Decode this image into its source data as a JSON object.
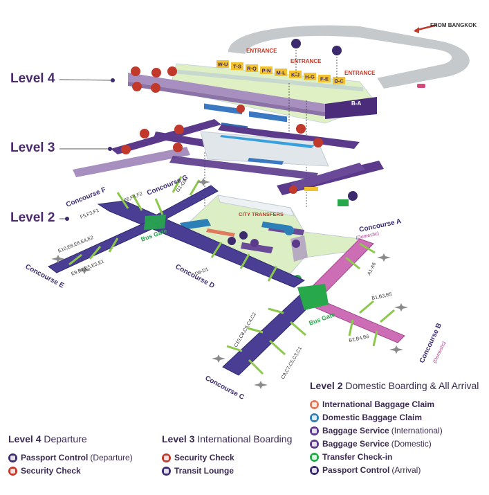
{
  "levels": {
    "level4": "Level 4",
    "level3": "Level 3",
    "level2": "Level 2"
  },
  "map_labels": {
    "from_bangkok": "FROM BANGKOK",
    "entrance": "ENTRANCE",
    "city_transfers": "CITY TRANSFERS",
    "bus_gate": "Bus Gate",
    "domestic": "(Domestic)",
    "counters": [
      "W-U",
      "T-S",
      "R-Q",
      "P-N",
      "M-L",
      "K-J",
      "H-G",
      "F-E",
      "D-C",
      "B-A"
    ]
  },
  "concourses": {
    "a": {
      "name": "Concourse A",
      "gates": [
        "A1-A6"
      ]
    },
    "b": {
      "name": "Concourse B",
      "gates": [
        "B1,B3,B5",
        "B2,B4,B6"
      ]
    },
    "c": {
      "name": "Concourse C",
      "gates": [
        "C10,C8,C6,C4,C2",
        "C9,C7,C5,C3,C1"
      ]
    },
    "d": {
      "name": "Concourse D",
      "gates": [
        "D8-D1"
      ]
    },
    "e": {
      "name": "Concourse E",
      "gates": [
        "E10,E8,E6,E4,E2",
        "E9,E7,E5,E3,E1"
      ]
    },
    "f": {
      "name": "Concourse F",
      "gates": [
        "F6,F4,F2",
        "F5,F3,F1"
      ]
    },
    "g": {
      "name": "Concourse G",
      "gates": [
        "G1-G5"
      ]
    }
  },
  "legend": {
    "level2": {
      "level": "Level 2",
      "title": "Domestic Boarding & All Arrival",
      "items": [
        {
          "label": "International Baggage Claim",
          "sub": "",
          "color": "#e07a5f"
        },
        {
          "label": "Domestic Baggage Claim",
          "sub": "",
          "color": "#2d7fb8"
        },
        {
          "label": "Baggage Service",
          "sub": "(International)",
          "color": "#5b3a8c"
        },
        {
          "label": "Baggage Service",
          "sub": "(Domestic)",
          "color": "#5b3a8c"
        },
        {
          "label": "Transfer Check-in",
          "sub": "",
          "color": "#27a84a"
        },
        {
          "label": "Passport Control",
          "sub": "(Arrival)",
          "color": "#3b2a6e"
        }
      ]
    },
    "level4": {
      "level": "Level 4",
      "title": "Departure",
      "items": [
        {
          "label": "Passport Control",
          "sub": "(Departure)",
          "color": "#3b2a6e"
        },
        {
          "label": "Security Check",
          "sub": "",
          "color": "#c0392b"
        }
      ]
    },
    "level3": {
      "level": "Level 3",
      "title": "International Boarding",
      "items": [
        {
          "label": "Security Check",
          "sub": "",
          "color": "#c0392b"
        },
        {
          "label": "Transit Lounge",
          "sub": "",
          "color": "#3b2a6e"
        }
      ]
    }
  }
}
